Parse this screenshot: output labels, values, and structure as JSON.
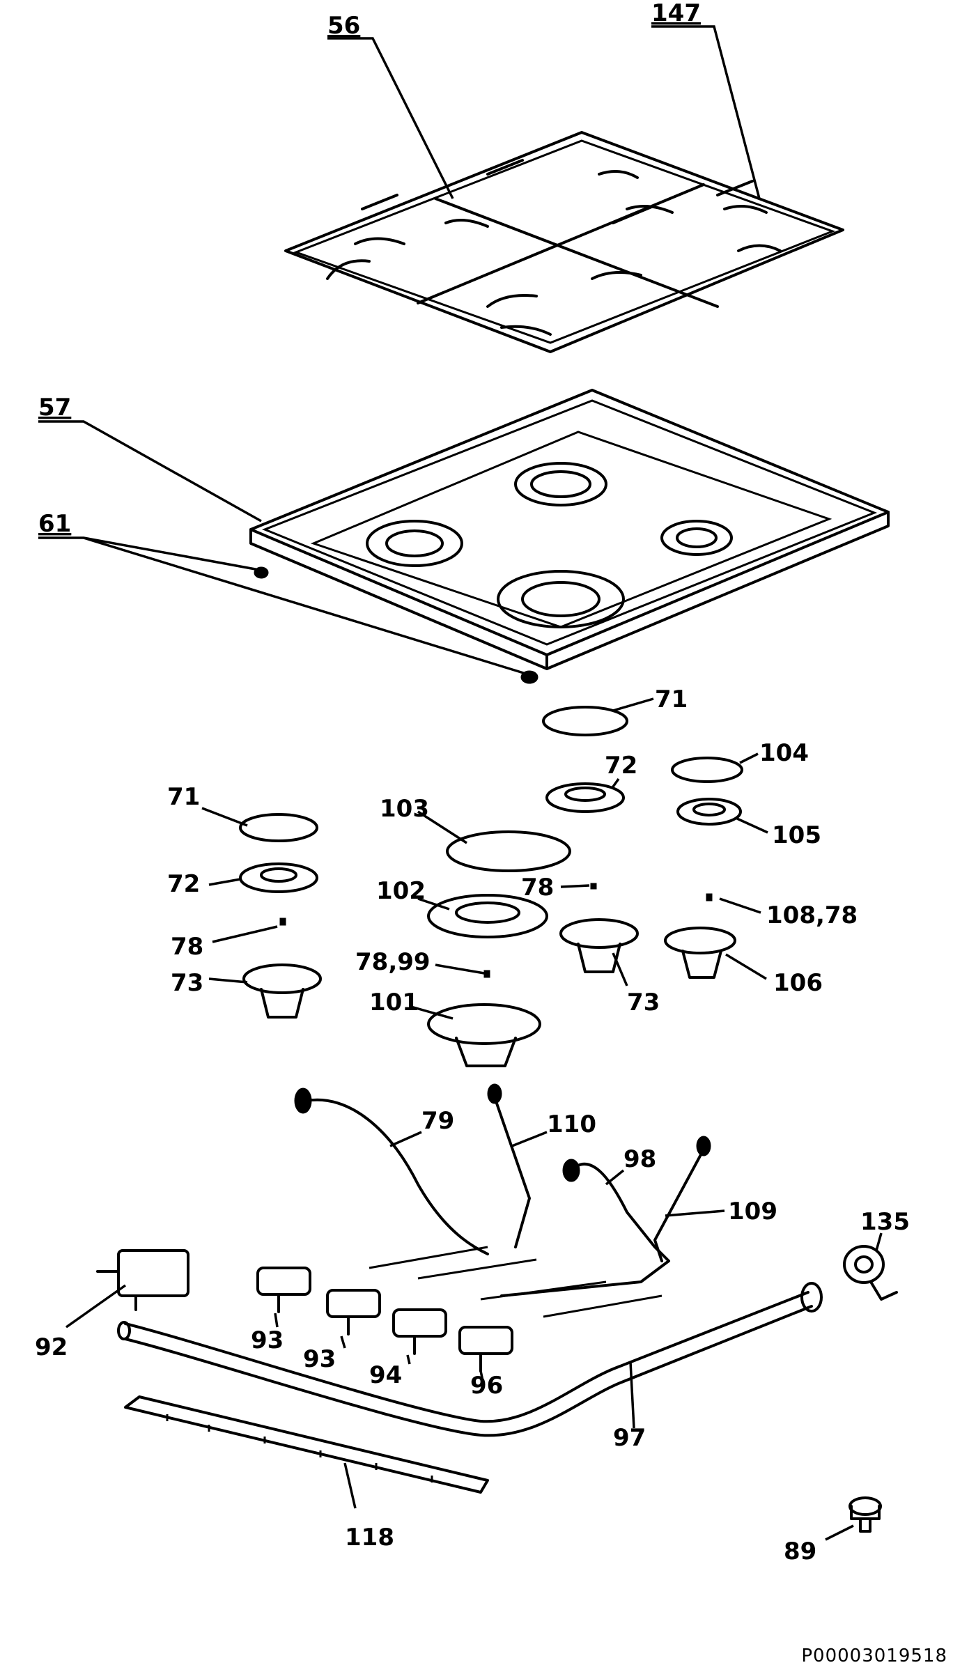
{
  "document_id": "P00003019518",
  "callouts": {
    "c56": "56",
    "c147": "147",
    "c57": "57",
    "c61": "61",
    "c71a": "71",
    "c71b": "71",
    "c104": "104",
    "c72a": "72",
    "c72b": "72",
    "c103": "103",
    "c105": "105",
    "c102": "102",
    "c78a": "78",
    "c78b": "78",
    "c10878": "108,78",
    "c7899": "78,99",
    "c73a": "73",
    "c73b": "73",
    "c106": "106",
    "c101": "101",
    "c79": "79",
    "c110": "110",
    "c98": "98",
    "c109": "109",
    "c135": "135",
    "c92": "92",
    "c93a": "93",
    "c93b": "93",
    "c94": "94",
    "c96": "96",
    "c97": "97",
    "c118": "118",
    "c89": "89"
  }
}
